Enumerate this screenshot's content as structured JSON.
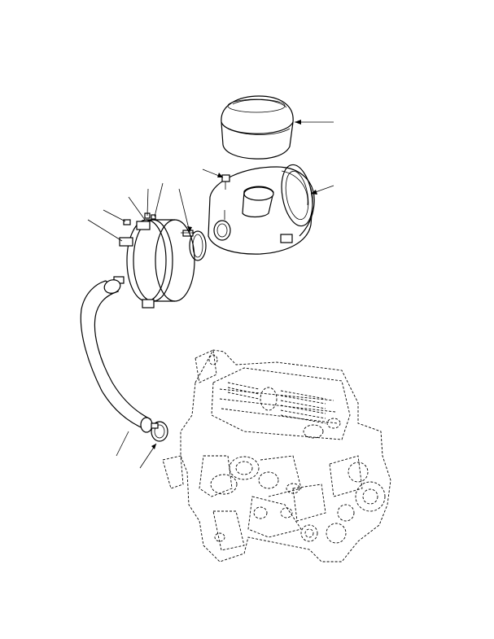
{
  "figure": {
    "callout_label_text": "",
    "parts": [
      "air-cleaner-cover",
      "air-cleaner-housing",
      "fitting",
      "air-cleaner-bracket",
      "clamp",
      "intake-hose",
      "engine"
    ]
  }
}
